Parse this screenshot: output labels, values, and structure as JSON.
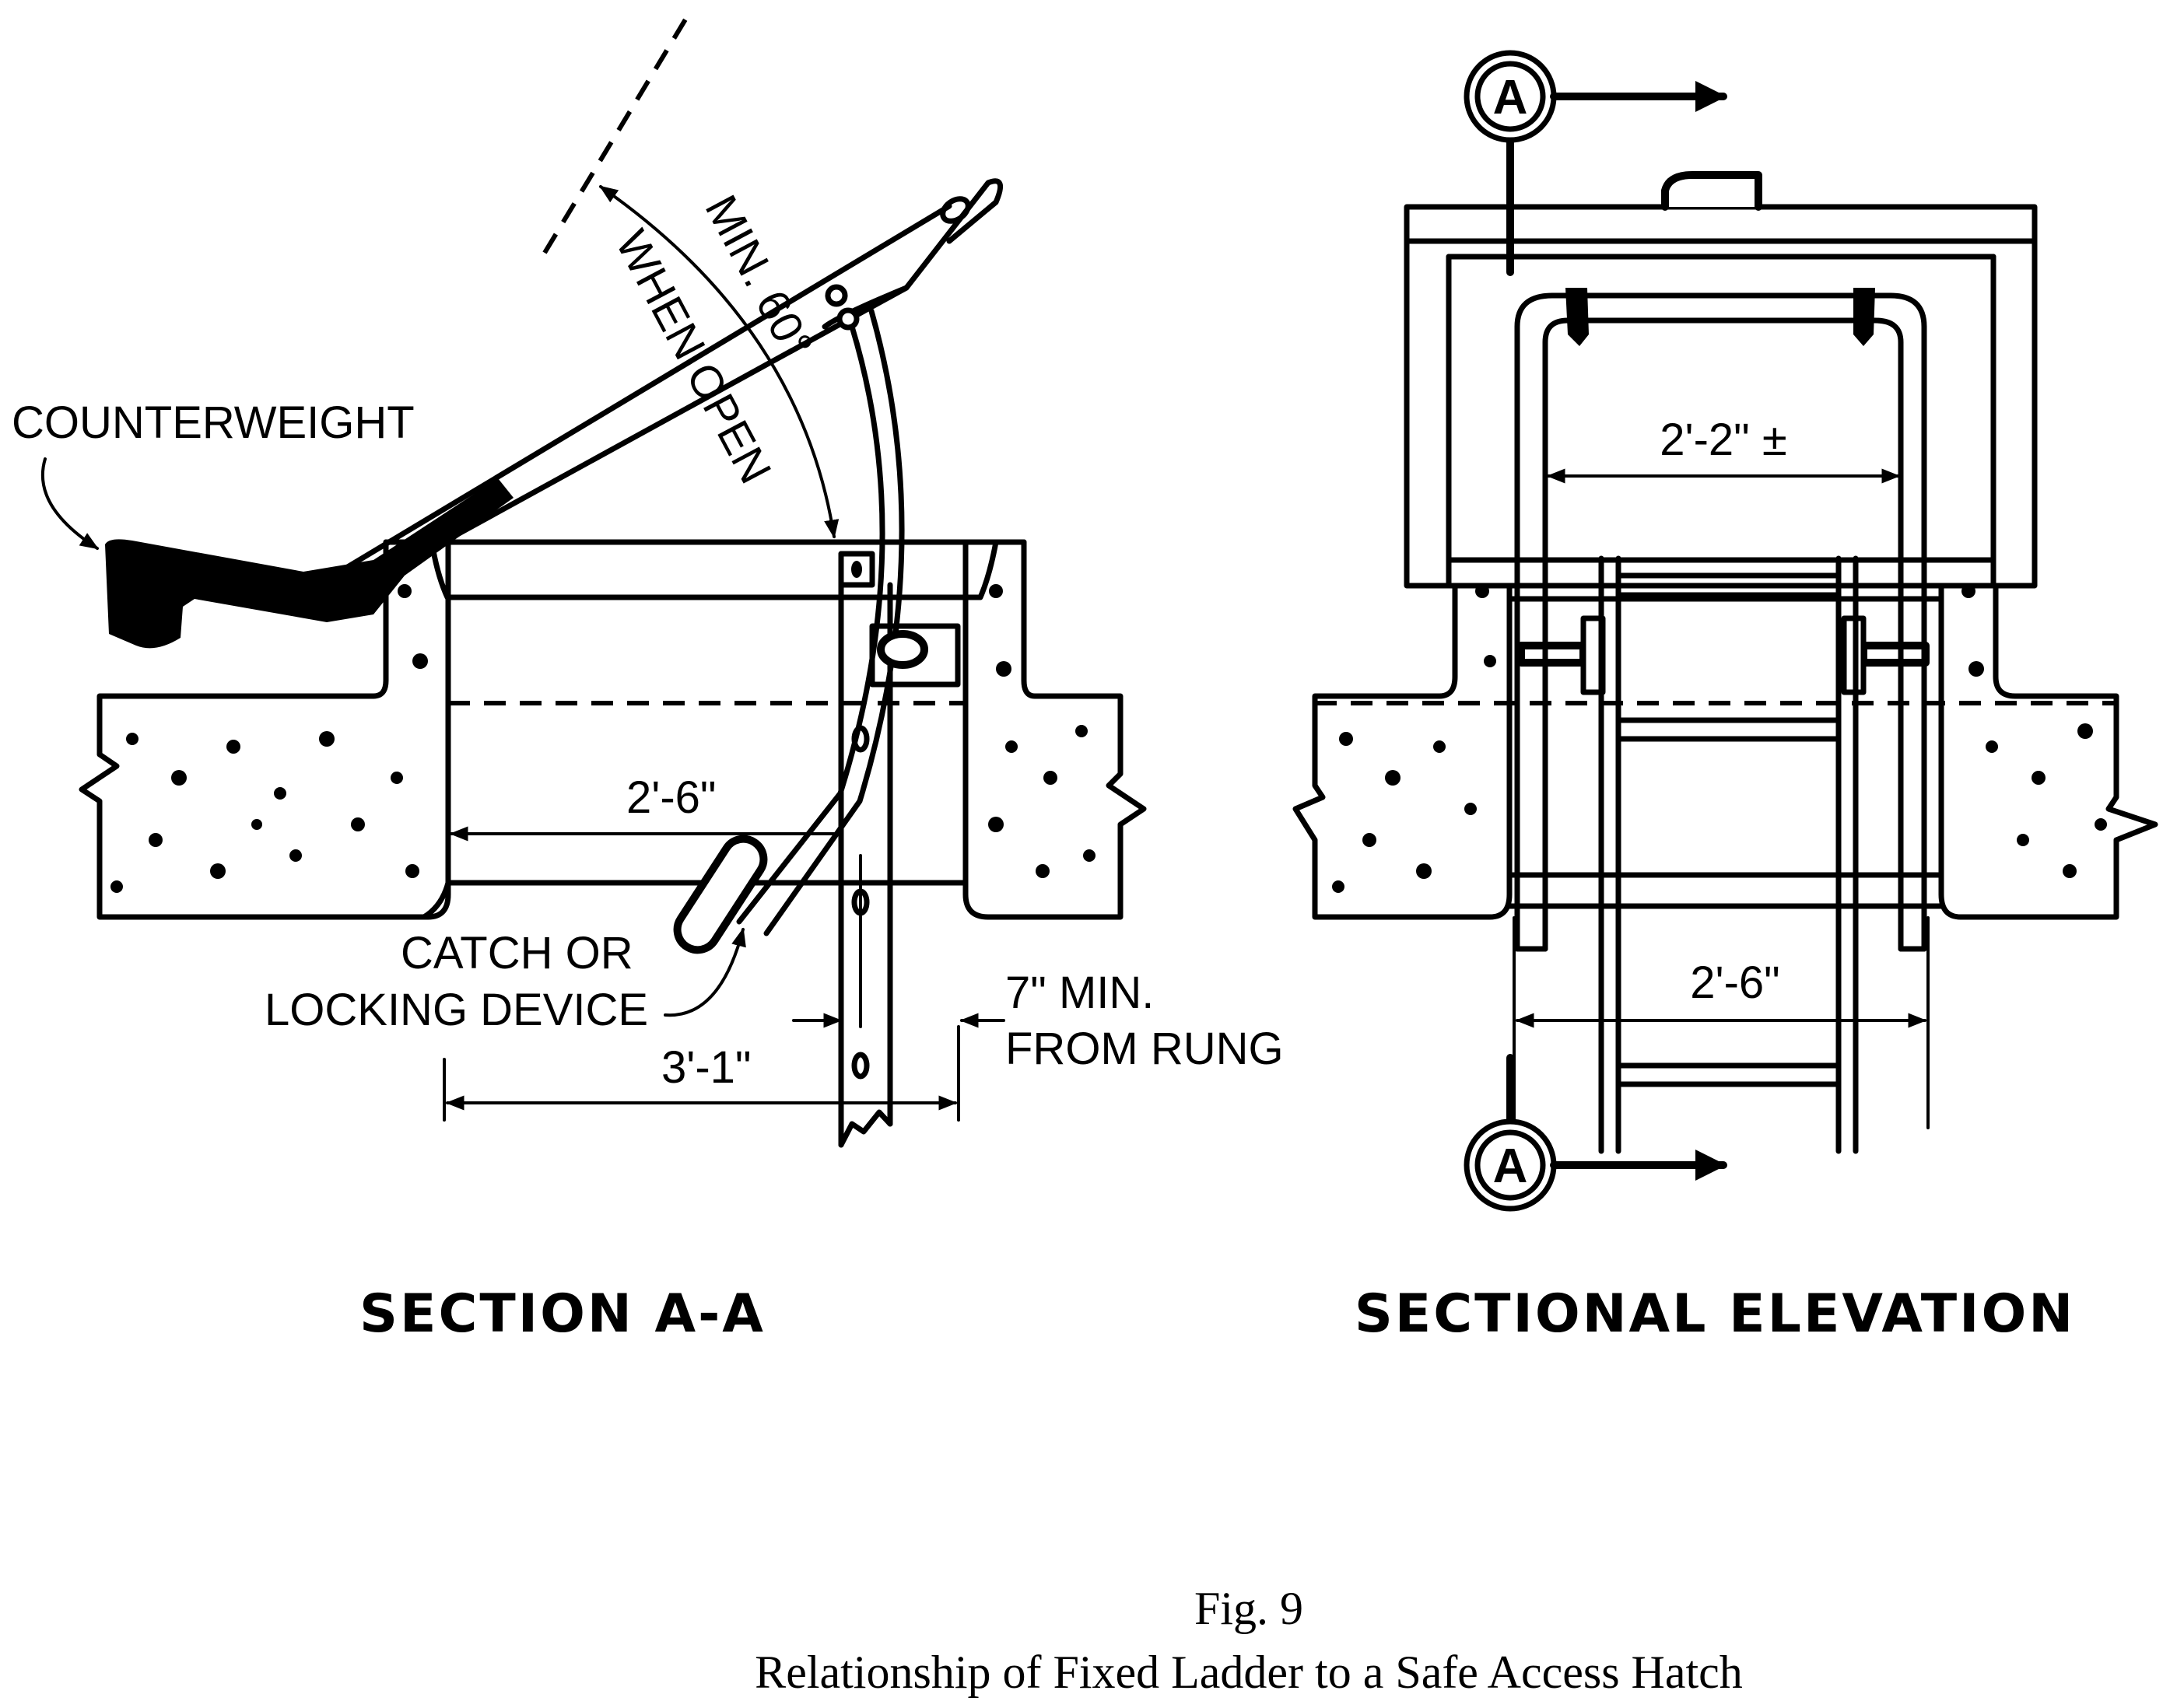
{
  "figure": {
    "number_label": "Fig. 9",
    "caption": "Relationship of Fixed Ladder to a Safe Access Hatch"
  },
  "section_aa": {
    "title": "SECTION A-A",
    "labels": {
      "counterweight": "COUNTERWEIGHT",
      "angle_outer": "MIN. 60°",
      "angle_inner": "WHEN OPEN",
      "catch_line1": "CATCH OR",
      "catch_line2": "LOCKING DEVICE",
      "clearance_line1": "7\" MIN.",
      "clearance_line2": "FROM RUNG"
    },
    "dimensions": {
      "opening_width": "2'-6\"",
      "overall_depth": "3'-1\""
    }
  },
  "sectional_elevation": {
    "title": "SECTIONAL ELEVATION",
    "section_marker": "A",
    "dimensions": {
      "grab_bar_spacing": "2'-2\" ±",
      "opening_width": "2'-6\""
    }
  },
  "colors": {
    "ink": "#000000",
    "paper": "#ffffff"
  }
}
